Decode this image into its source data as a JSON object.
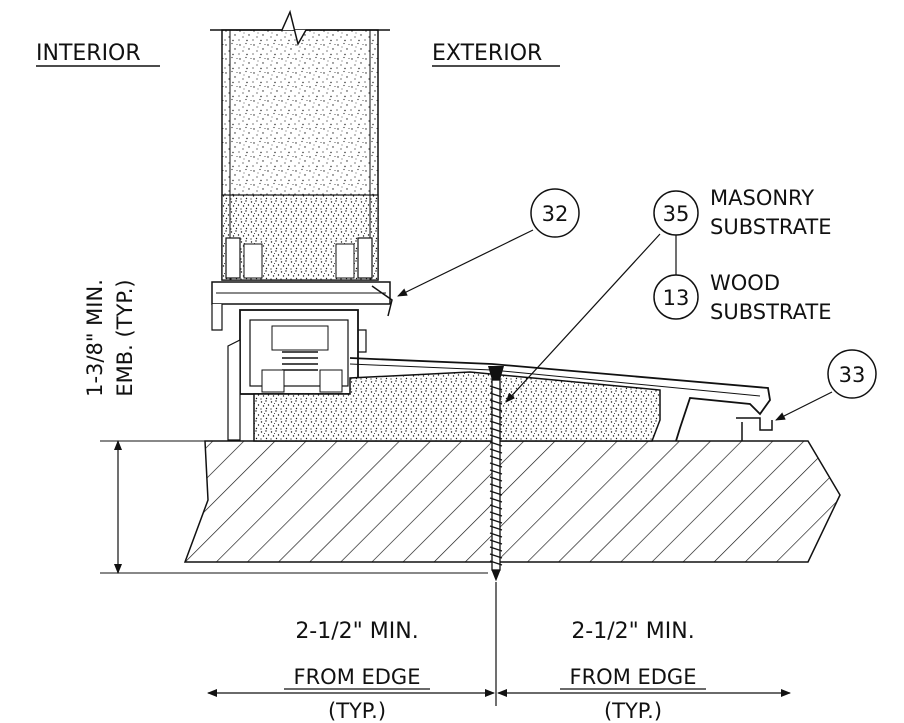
{
  "labels": {
    "interior": "INTERIOR",
    "exterior": "EXTERIOR",
    "masonry_substrate_1": "MASONRY",
    "masonry_substrate_2": "SUBSTRATE",
    "wood_substrate_1": "WOOD",
    "wood_substrate_2": "SUBSTRATE",
    "embed_1": "1-3/8\" MIN.",
    "embed_2": "EMB. (TYP.)",
    "edge_left_1": "2-1/2\" MIN.",
    "edge_left_2": "FROM EDGE",
    "edge_left_3": "(TYP.)",
    "edge_right_1": "2-1/2\" MIN.",
    "edge_right_2": "FROM EDGE",
    "edge_right_3": "(TYP.)"
  },
  "callouts": {
    "c32": "32",
    "c33": "33",
    "c35": "35",
    "c13": "13"
  }
}
